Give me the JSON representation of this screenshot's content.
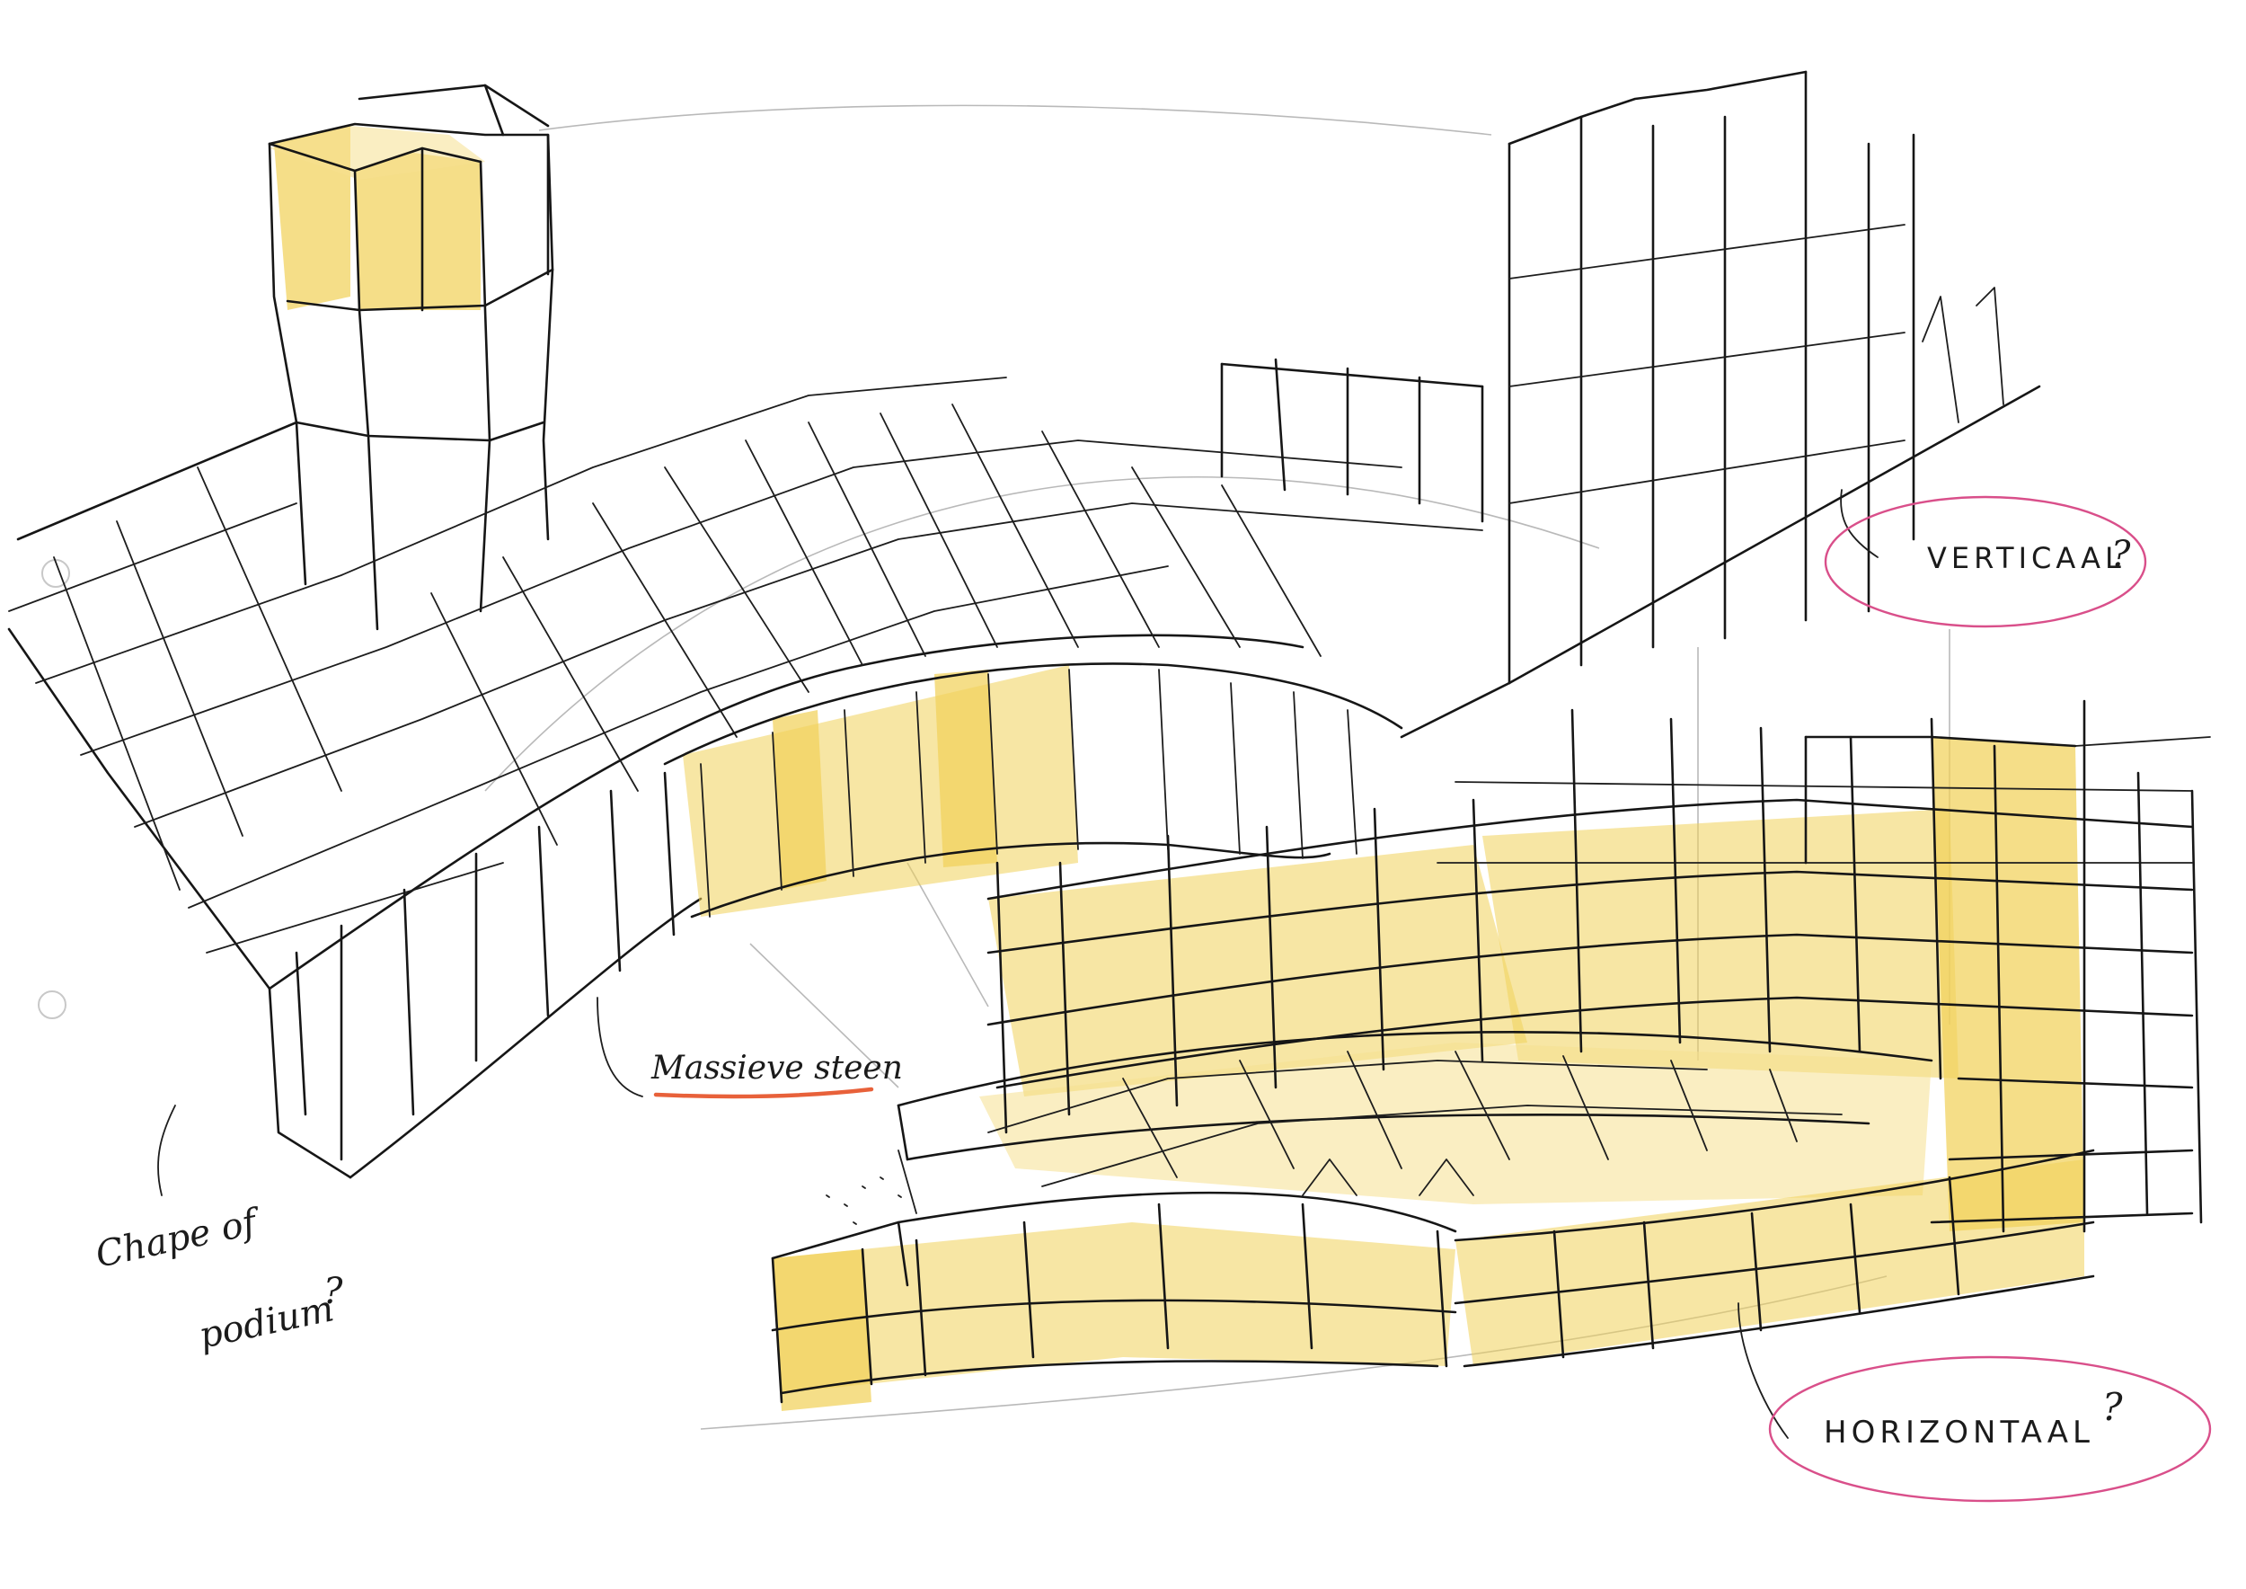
{
  "sketch": {
    "colors": {
      "ink": "#161616",
      "yellow_fill": "#f1d15a",
      "yellow_light": "#f6e08f",
      "pencil_gray": "#b9b9b9",
      "red_underline": "#e8613a",
      "pink_ellipse": "#d94f8a"
    },
    "annotations": {
      "vertical_label": "VERTICAAL",
      "vertical_question": "?",
      "horizontal_label": "HORIZONTAAL",
      "horizontal_question": "?",
      "massive_label": "Massieve steen",
      "chape_line1": "Chape of",
      "chape_line2": "podium",
      "chape_question": "?"
    }
  }
}
